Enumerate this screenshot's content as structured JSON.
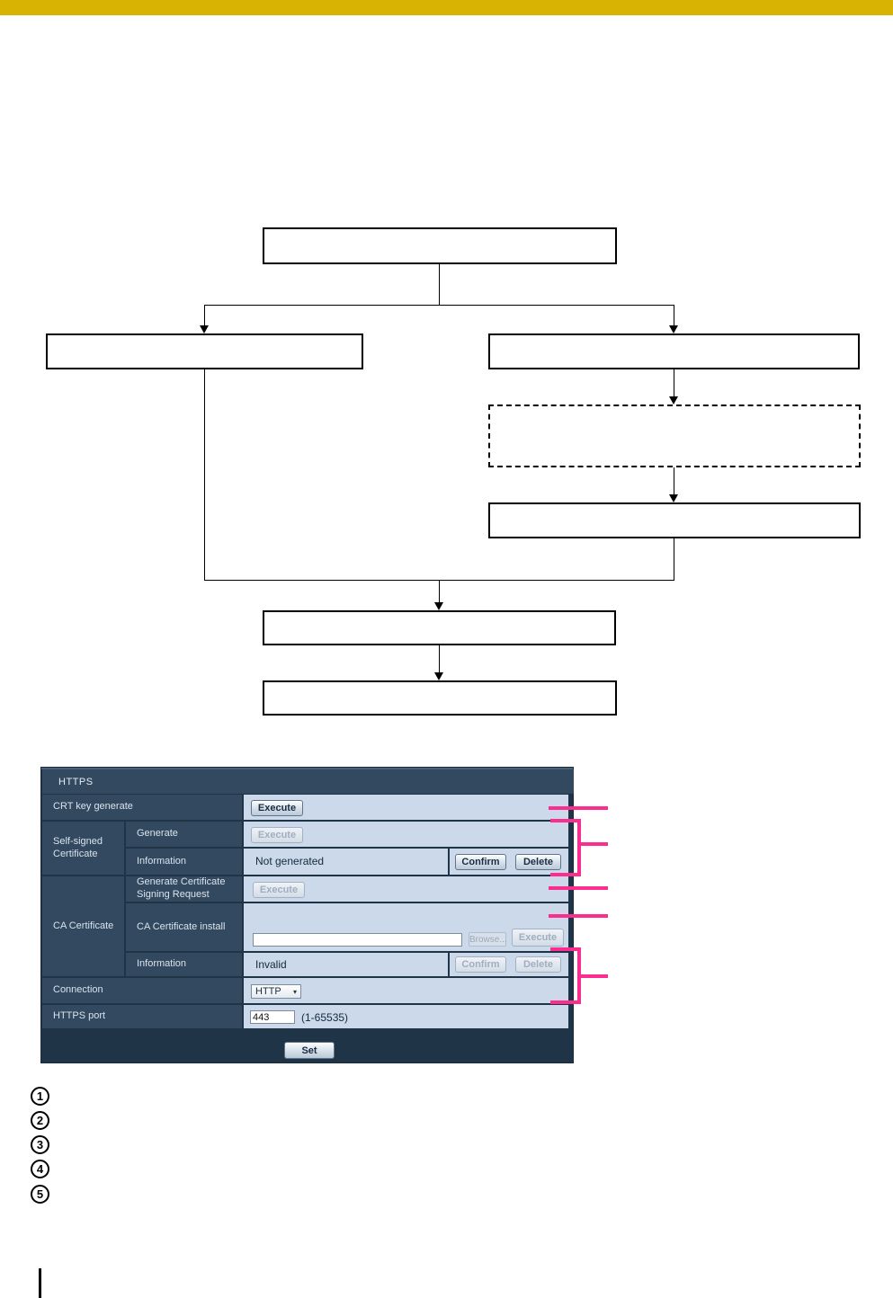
{
  "colors": {
    "top_bar": "#D8B303",
    "accent_pink": "#FB2E90",
    "panel_dark": "#33495F",
    "panel_light": "#CBD9EB"
  },
  "panel": {
    "title": "HTTPS",
    "crt": {
      "label": "CRT key generate",
      "execute": "Execute"
    },
    "self_signed": {
      "group": "Self-signed Certificate",
      "generate_label": "Generate",
      "generate_execute": "Execute",
      "info_label": "Information",
      "info_value": "Not generated",
      "confirm": "Confirm",
      "delete": "Delete"
    },
    "ca": {
      "group": "CA Certificate",
      "csr_label": "Generate Certificate Signing Request",
      "csr_execute": "Execute",
      "install_label": "CA Certificate install",
      "install_value": "",
      "browse": "Browse...",
      "install_execute": "Execute",
      "info_label": "Information",
      "info_value": "Invalid",
      "confirm": "Confirm",
      "delete": "Delete"
    },
    "connection": {
      "label": "Connection",
      "value": "HTTP"
    },
    "port": {
      "label": "HTTPS port",
      "value": "443",
      "hint": "(1-65535)"
    },
    "set": "Set"
  },
  "callouts": {
    "numbers": [
      "1",
      "2",
      "3",
      "4",
      "5"
    ]
  }
}
